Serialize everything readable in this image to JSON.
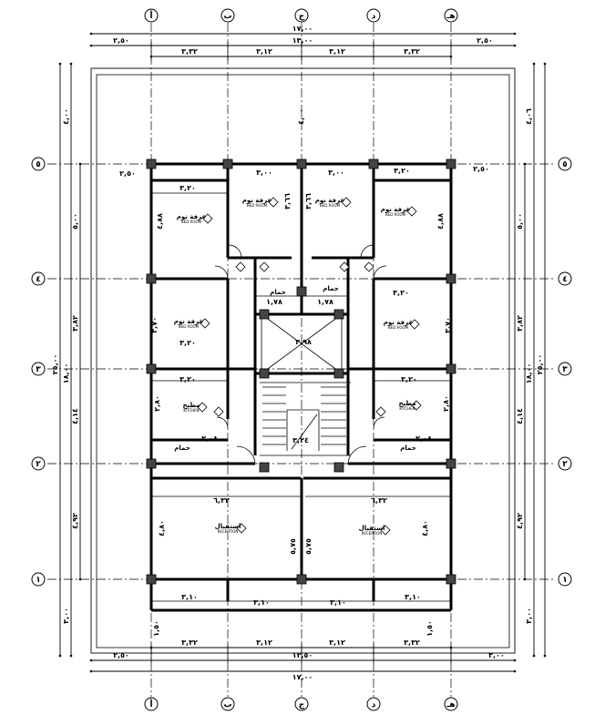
{
  "axes": {
    "columns": [
      "أ",
      "ب",
      "ج",
      "د",
      "هـ"
    ],
    "rows": [
      "٥",
      "٤",
      "٣",
      "٢",
      "١"
    ]
  },
  "dims": {
    "top_total": "١٧,٠٠",
    "top_left": "٢,٥٠",
    "top_mid": "١٣,٠٠",
    "top_right": "٢,٥٠",
    "top_spans": [
      "٣,٣٢",
      "٣,١٢",
      "٣,١٢",
      "٣,٣٢"
    ],
    "bottom_spans": [
      "٣,٣٢",
      "٣,١٢",
      "٣,١٢",
      "٣,٣٢"
    ],
    "bottom_left": "٢,٥٠",
    "bottom_mid": "١٢,٥٠",
    "bottom_right": "٣,٠٠",
    "bottom_total": "١٧,٠٠",
    "left_total": "٢٥,٠٠",
    "left_mid": "١٨,٠٠",
    "left_top": "٤,٠٠",
    "left_bottom": "٣,٠٠",
    "left_spans": [
      "٥,٠٠",
      "٣,٨٢",
      "٤,١٤",
      "٤,٩٢"
    ],
    "right_total": "٢٥,٠٠",
    "right_mid": "١٨,٠٠",
    "right_top": "٤,٠٦",
    "right_bottom": "٣,٠٠",
    "right_spans": [
      "٥,٠٠",
      "٣,٨٢",
      "٤,١٤",
      "٤,٩٢"
    ],
    "north_setback": "٤,٠٠",
    "interior": [
      "٢,٥٠",
      "٢,٥٠",
      "٣,٢٠",
      "٣,٢٠",
      "٣,٠٠",
      "٣,٠٠",
      "٣,٦٦",
      "٣,٦٦",
      "٤,٨٨",
      "٤,٨٨",
      "٣,٢٠",
      "٣,٢٠",
      "٣,٧٠",
      "٣,٧٠",
      "١,٧٨",
      "١,٧٨",
      "٣,٩٨",
      "٣,٢٠",
      "٣,٢٠",
      "٢,٨٠",
      "٢,٨٠",
      "٢,٠٨",
      "٢,٠٨",
      "٣,٢٤",
      "٦,٣٢",
      "٦,٣٢",
      "٤,٨٠",
      "٤,٨٠",
      "٥,٧٥",
      "٥,٧٥",
      "٣,١٠",
      "٣,١٠",
      "٣,١٠",
      "٣,١٠",
      "١,٥٠",
      "١,٥٠"
    ]
  },
  "rooms": [
    {
      "ar": "غرفة نوم",
      "en": "BED ROOM"
    },
    {
      "ar": "غرفة نوم",
      "en": "BED ROOM"
    },
    {
      "ar": "غرفة نوم",
      "en": "BED ROOM"
    },
    {
      "ar": "غرفة نوم",
      "en": "BED ROOM"
    },
    {
      "ar": "غرفة نوم",
      "en": "BED ROOM"
    },
    {
      "ar": "غرفة نوم",
      "en": "BED ROOM"
    },
    {
      "ar": "مطبخ",
      "en": "KITCHEN"
    },
    {
      "ar": "مطبخ",
      "en": "KITCHEN"
    },
    {
      "ar": "استقبال",
      "en": "RECEPTION"
    },
    {
      "ar": "استقبال",
      "en": "RECEPTION"
    },
    {
      "ar": "حمام",
      "en": ""
    },
    {
      "ar": "حمام",
      "en": ""
    },
    {
      "ar": "حمام",
      "en": ""
    },
    {
      "ar": "حمام",
      "en": ""
    }
  ]
}
